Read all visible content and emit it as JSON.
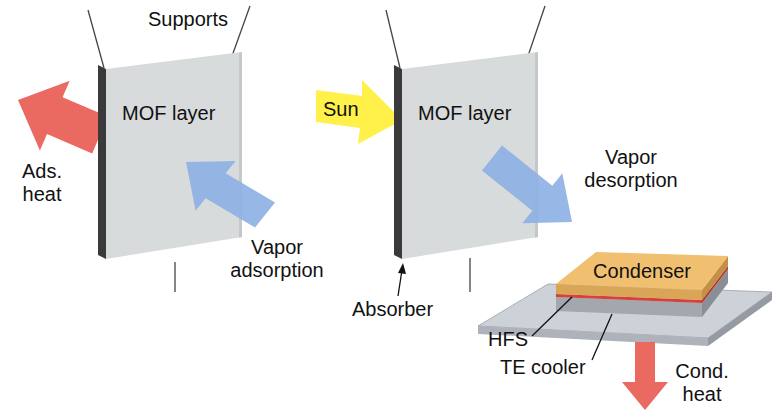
{
  "diagram": {
    "nodes": [
      {
        "text": [
          "MOF layer"
        ]
      },
      {
        "text": [
          "Sun"
        ]
      },
      {
        "text": [
          "MOF layer"
        ]
      },
      {
        "text": [
          "Condenser"
        ]
      }
    ],
    "labels": [
      "Supports",
      "Ads. heat",
      "Vapor adsorption",
      "Absorber",
      "Vapor desorption",
      "HFS",
      "TE cooler",
      "Cond. heat"
    ]
  }
}
